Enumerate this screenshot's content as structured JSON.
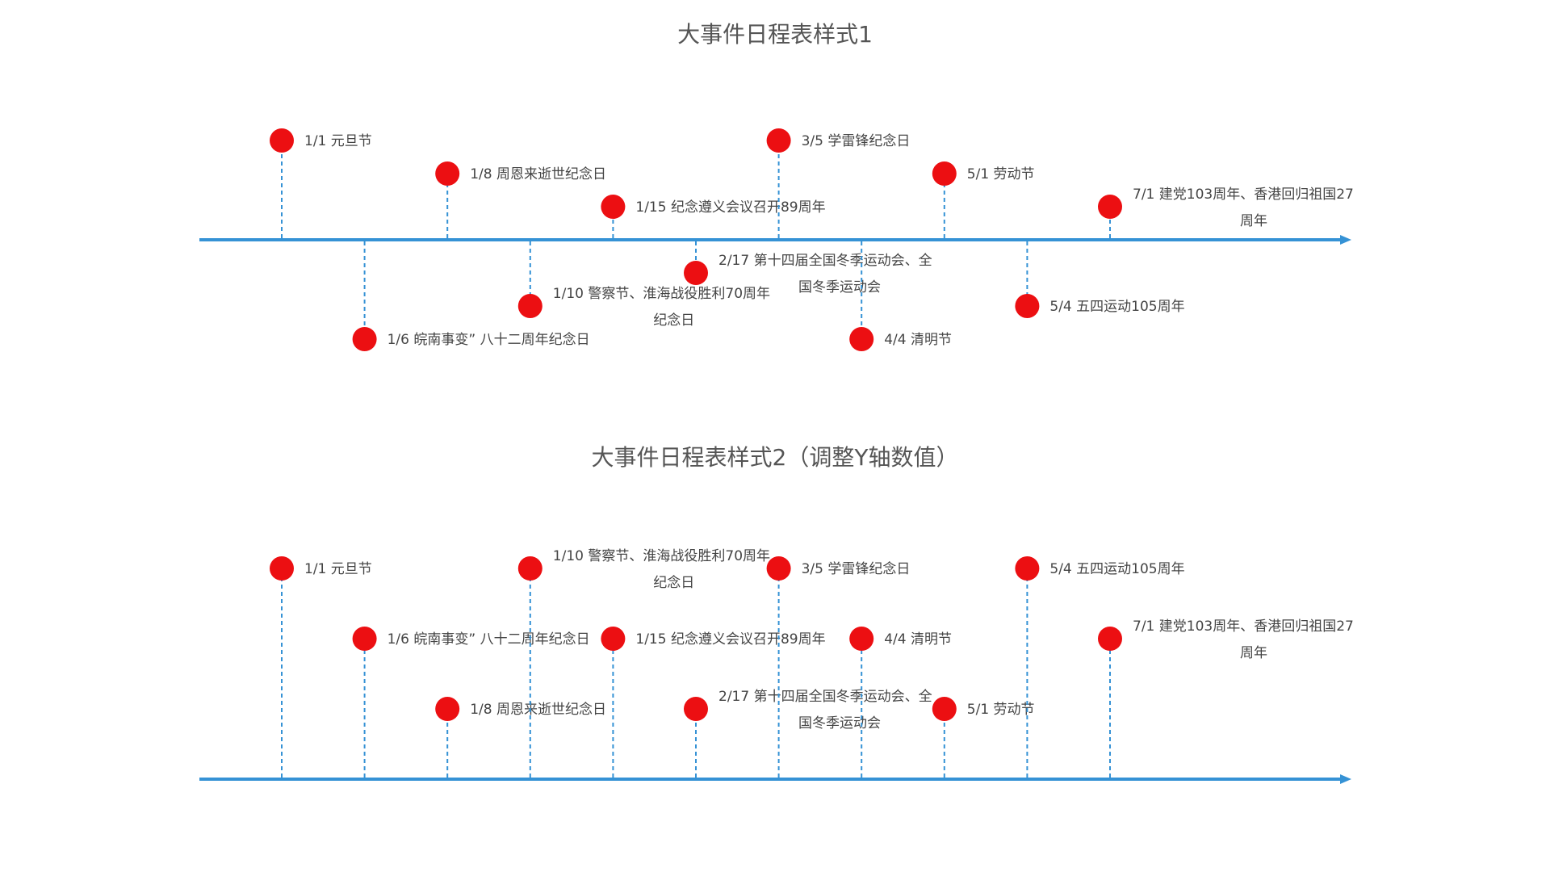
{
  "colors": {
    "axis": "#3592d5",
    "stem": "#3592d5",
    "marker": "#ec0f12",
    "text": "#444444",
    "title": "#555555"
  },
  "chart_data": [
    {
      "type": "timeline",
      "title": "大事件日程表样式1",
      "axis": "horizontal-arrow",
      "grid": false,
      "events": [
        {
          "date": "1/1",
          "label": "1/1 元旦节",
          "lines": [
            "1/1 元旦节"
          ],
          "y": 3
        },
        {
          "date": "1/6",
          "label": "1/6 皖南事变” 八十二周年纪念日",
          "lines": [
            "1/6 皖南事变” 八十二周年纪念日"
          ],
          "y": -3
        },
        {
          "date": "1/8",
          "label": "1/8 周恩来逝世纪念日",
          "lines": [
            "1/8 周恩来逝世纪念日"
          ],
          "y": 2
        },
        {
          "date": "1/10",
          "label": "1/10 警察节、淮海战役胜利70周年纪念日",
          "lines": [
            "1/10 警察节、淮海战役胜利70周年",
            "纪念日"
          ],
          "y": -2
        },
        {
          "date": "1/15",
          "label": "1/15 纪念遵义会议召开89周年",
          "lines": [
            "1/15 纪念遵义会议召开89周年"
          ],
          "y": 1
        },
        {
          "date": "2/17",
          "label": "2/17 第十四届全国冬季运动会、全国冬季运动会",
          "lines": [
            "2/17 第十四届全国冬季运动会、全",
            "国冬季运动会"
          ],
          "y": -1
        },
        {
          "date": "3/5",
          "label": "3/5 学雷锋纪念日",
          "lines": [
            "3/5 学雷锋纪念日"
          ],
          "y": 3
        },
        {
          "date": "4/4",
          "label": "4/4 清明节",
          "lines": [
            "4/4 清明节"
          ],
          "y": -3
        },
        {
          "date": "5/1",
          "label": "5/1 劳动节",
          "lines": [
            "5/1 劳动节"
          ],
          "y": 2
        },
        {
          "date": "5/4",
          "label": "5/4 五四运动105周年",
          "lines": [
            "5/4 五四运动105周年"
          ],
          "y": -2
        },
        {
          "date": "7/1",
          "label": "7/1 建党103周年、香港回归祖国27周年",
          "lines": [
            "7/1 建党103周年、香港回归祖国27",
            "周年"
          ],
          "y": 1
        }
      ],
      "ylim": [
        -3.3,
        3.3
      ]
    },
    {
      "type": "timeline",
      "title": "大事件日程表样式2（调整Y轴数值）",
      "axis": "horizontal-arrow",
      "grid": false,
      "events": [
        {
          "date": "1/1",
          "label": "1/1 元旦节",
          "lines": [
            "1/1 元旦节"
          ],
          "y": 3
        },
        {
          "date": "1/6",
          "label": "1/6 皖南事变” 八十二周年纪念日",
          "lines": [
            "1/6 皖南事变” 八十二周年纪念日"
          ],
          "y": 2
        },
        {
          "date": "1/8",
          "label": "1/8 周恩来逝世纪念日",
          "lines": [
            "1/8 周恩来逝世纪念日"
          ],
          "y": 1
        },
        {
          "date": "1/10",
          "label": "1/10 警察节、淮海战役胜利70周年纪念日",
          "lines": [
            "1/10 警察节、淮海战役胜利70周年",
            "纪念日"
          ],
          "y": 3
        },
        {
          "date": "1/15",
          "label": "1/15 纪念遵义会议召开89周年",
          "lines": [
            "1/15 纪念遵义会议召开89周年"
          ],
          "y": 2
        },
        {
          "date": "2/17",
          "label": "2/17 第十四届全国冬季运动会、全国冬季运动会",
          "lines": [
            "2/17 第十四届全国冬季运动会、全",
            "国冬季运动会"
          ],
          "y": 1
        },
        {
          "date": "3/5",
          "label": "3/5 学雷锋纪念日",
          "lines": [
            "3/5 学雷锋纪念日"
          ],
          "y": 3
        },
        {
          "date": "4/4",
          "label": "4/4 清明节",
          "lines": [
            "4/4 清明节"
          ],
          "y": 2
        },
        {
          "date": "5/1",
          "label": "5/1 劳动节",
          "lines": [
            "5/1 劳动节"
          ],
          "y": 1
        },
        {
          "date": "5/4",
          "label": "5/4 五四运动105周年",
          "lines": [
            "5/4 五四运动105周年"
          ],
          "y": 3
        },
        {
          "date": "7/1",
          "label": "7/1 建党103周年、香港回归祖国27周年",
          "lines": [
            "7/1 建党103周年、香港回归祖国27",
            "周年"
          ],
          "y": 2
        }
      ],
      "ylim": [
        0,
        3.6
      ]
    }
  ]
}
